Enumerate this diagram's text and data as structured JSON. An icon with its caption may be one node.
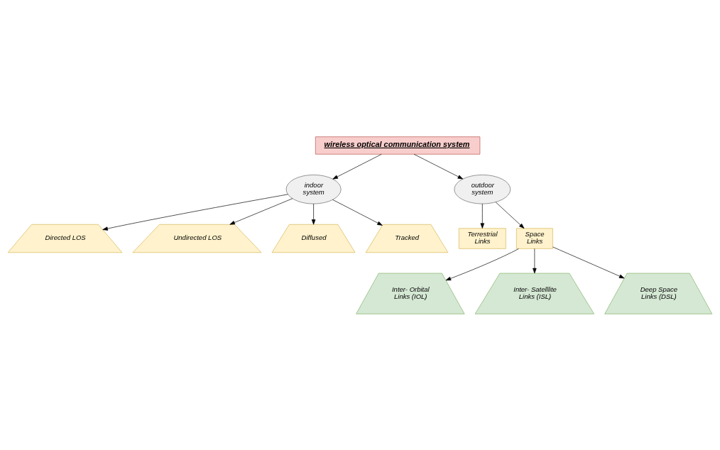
{
  "diagram": {
    "nodes": [
      {
        "text": [
          "wireless optical communication system"
        ]
      },
      {
        "text": [
          "indoor system"
        ]
      },
      {
        "text": [
          "outdoor system"
        ]
      },
      {
        "text": [
          "Directed LOS"
        ]
      },
      {
        "text": [
          "Undirected LOS"
        ]
      },
      {
        "text": [
          "Diffused"
        ]
      },
      {
        "text": [
          "Tracked"
        ]
      },
      {
        "text": [
          "Terrestrial Links"
        ]
      },
      {
        "text": [
          "Space Links"
        ]
      },
      {
        "text": [
          "Inter- Orbital Links (IOL)"
        ]
      },
      {
        "text": [
          "Inter- Satelllite Links (ISL)"
        ]
      },
      {
        "text": [
          "Deep Space Links (DSL)"
        ]
      }
    ],
    "edges": [
      {
        "from": 0,
        "to": 1,
        "arrow": "to"
      },
      {
        "from": 0,
        "to": 2,
        "arrow": "to"
      },
      {
        "from": 1,
        "to": 3,
        "arrow": "to"
      },
      {
        "from": 1,
        "to": 4,
        "arrow": "to"
      },
      {
        "from": 1,
        "to": 5,
        "arrow": "to"
      },
      {
        "from": 1,
        "to": 6,
        "arrow": "to"
      },
      {
        "from": 2,
        "to": 7,
        "arrow": "to"
      },
      {
        "from": 2,
        "to": 8,
        "arrow": "to"
      },
      {
        "from": 8,
        "to": 9,
        "arrow": "to"
      },
      {
        "from": 8,
        "to": 10,
        "arrow": "to"
      },
      {
        "from": 8,
        "to": 11,
        "arrow": "to"
      }
    ]
  }
}
